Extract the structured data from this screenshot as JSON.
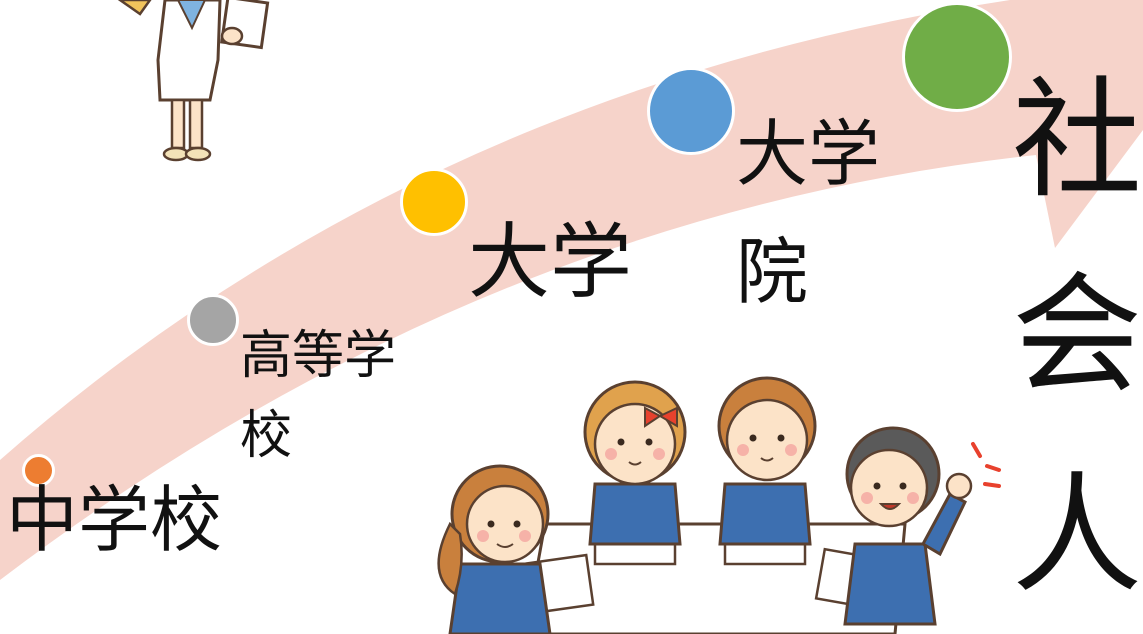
{
  "stages": [
    {
      "label": "中学校",
      "color": "#ed7d31"
    },
    {
      "label_line1": "高等学",
      "label_line2": "校",
      "color": "#a5a5a5"
    },
    {
      "label": "大学",
      "color": "#ffc000"
    },
    {
      "label_line1": "大学",
      "label_line2": "院",
      "color": "#5b9bd5"
    },
    {
      "label_v1": "社",
      "label_v2": "会",
      "label_v3": "人",
      "color": "#70ad47"
    }
  ],
  "colors": {
    "arrow": "#f6d3ca",
    "background": "#ffffff"
  },
  "illustrations": [
    "teacher-illustration",
    "students-studying-illustration"
  ]
}
